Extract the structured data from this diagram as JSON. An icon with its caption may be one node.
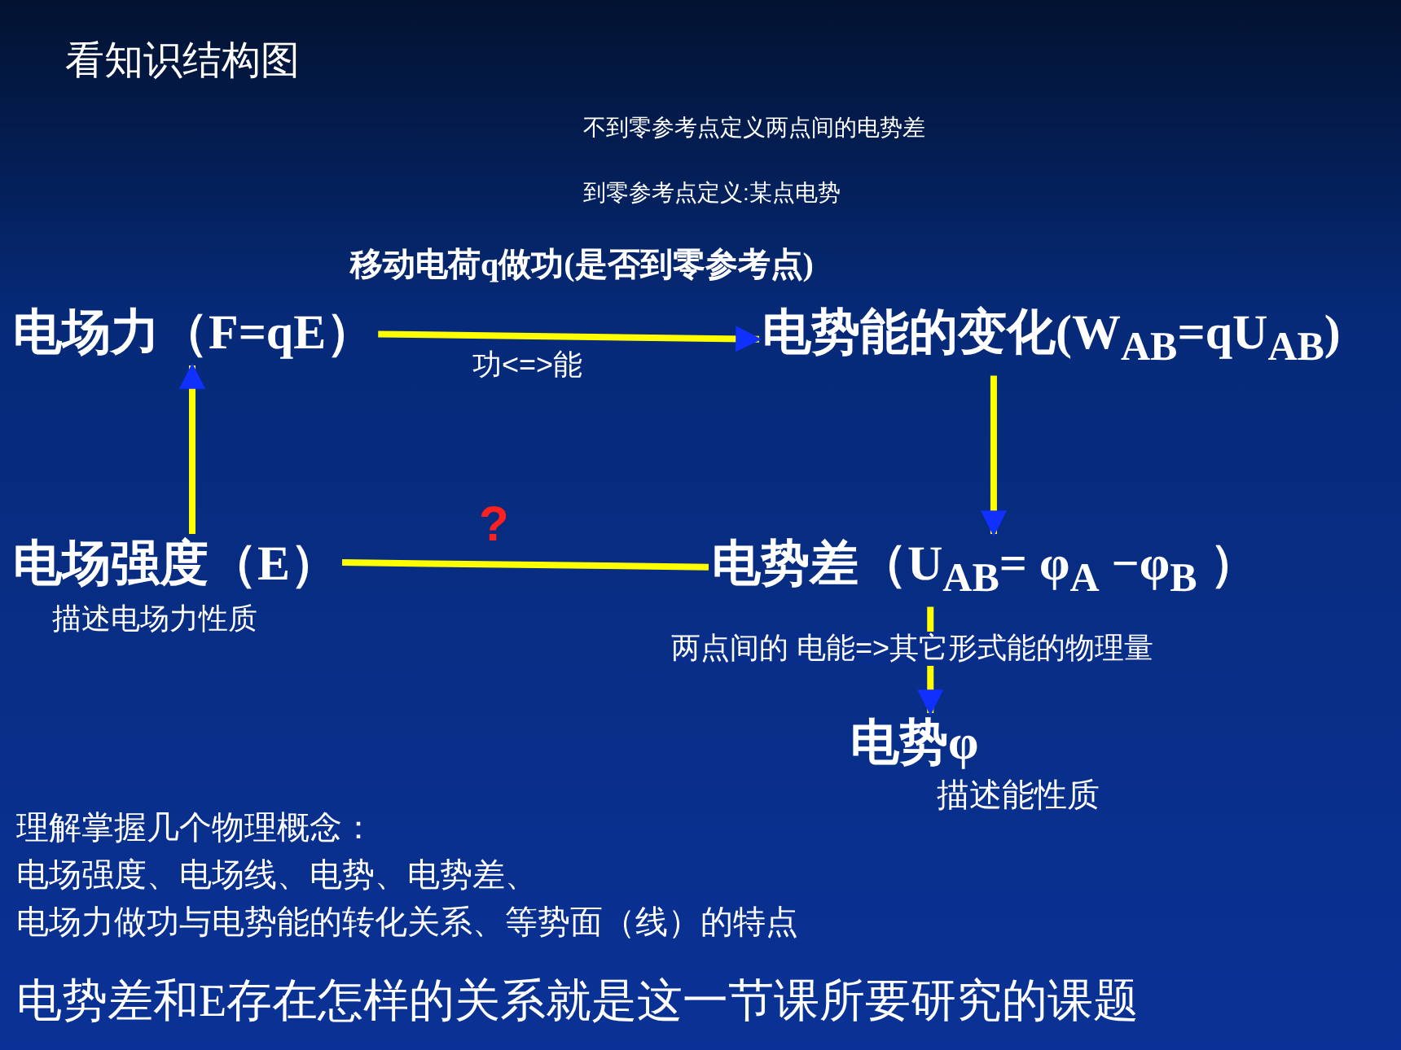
{
  "diagram": {
    "title": "看知识结构图",
    "nodes": [
      {
        "text": [
          "电场力（F=qE）"
        ]
      },
      {
        "text": [
          "电势能的变化(W$_{AB}$=qU$_{AB}$)"
        ]
      },
      {
        "text": [
          "电场强度（E）"
        ],
        "beside": [
          "描述电场力性质"
        ]
      },
      {
        "text": [
          "电势差（U$_{AB}$= φ$_{A}$ −φ$_{B}$ ）"
        ]
      },
      {
        "text": [
          "电势φ"
        ],
        "beside": [
          "描述能性质"
        ]
      }
    ],
    "edges": [
      {
        "from": 0,
        "to": 1,
        "arrow": "to",
        "label": "功<=>能"
      },
      {
        "from": 1,
        "to": 3,
        "arrow": "to"
      },
      {
        "from": 2,
        "to": 0,
        "arrow": "to"
      },
      {
        "from": 3,
        "to": 4,
        "arrow": "to",
        "label": "两点间的  电能=>其它形式能的物理量"
      },
      {
        "from": 2,
        "to": 3,
        "arrow": "none",
        "label": "?"
      }
    ],
    "labels": [
      "不到零参考点定义两点间的电势差",
      "到零参考点定义:某点电势",
      "移动电荷q做功(是否到零参考点)",
      "理解掌握几个物理概念：",
      "电场强度、电场线、电势、电势差、",
      "电场力做功与电势能的转化关系、等势面（线）的特点",
      "电势差和E存在怎样的关系就是这一节课所要研究的课题"
    ]
  }
}
